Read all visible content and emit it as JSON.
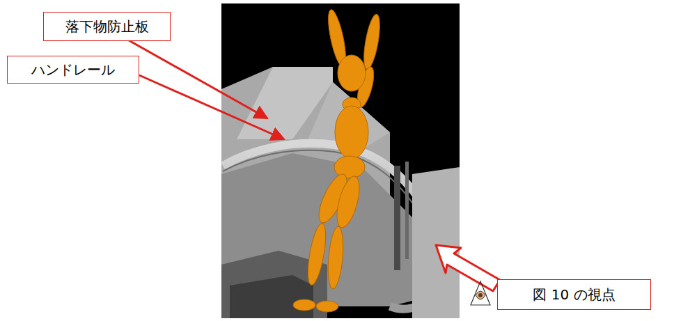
{
  "diagram": {
    "nodes": [
      {
        "text": [
          "落下物防止板"
        ]
      },
      {
        "text": [
          "ハンドレール"
        ]
      },
      {
        "text": [
          "図 10 の視点"
        ]
      }
    ],
    "edges": []
  }
}
